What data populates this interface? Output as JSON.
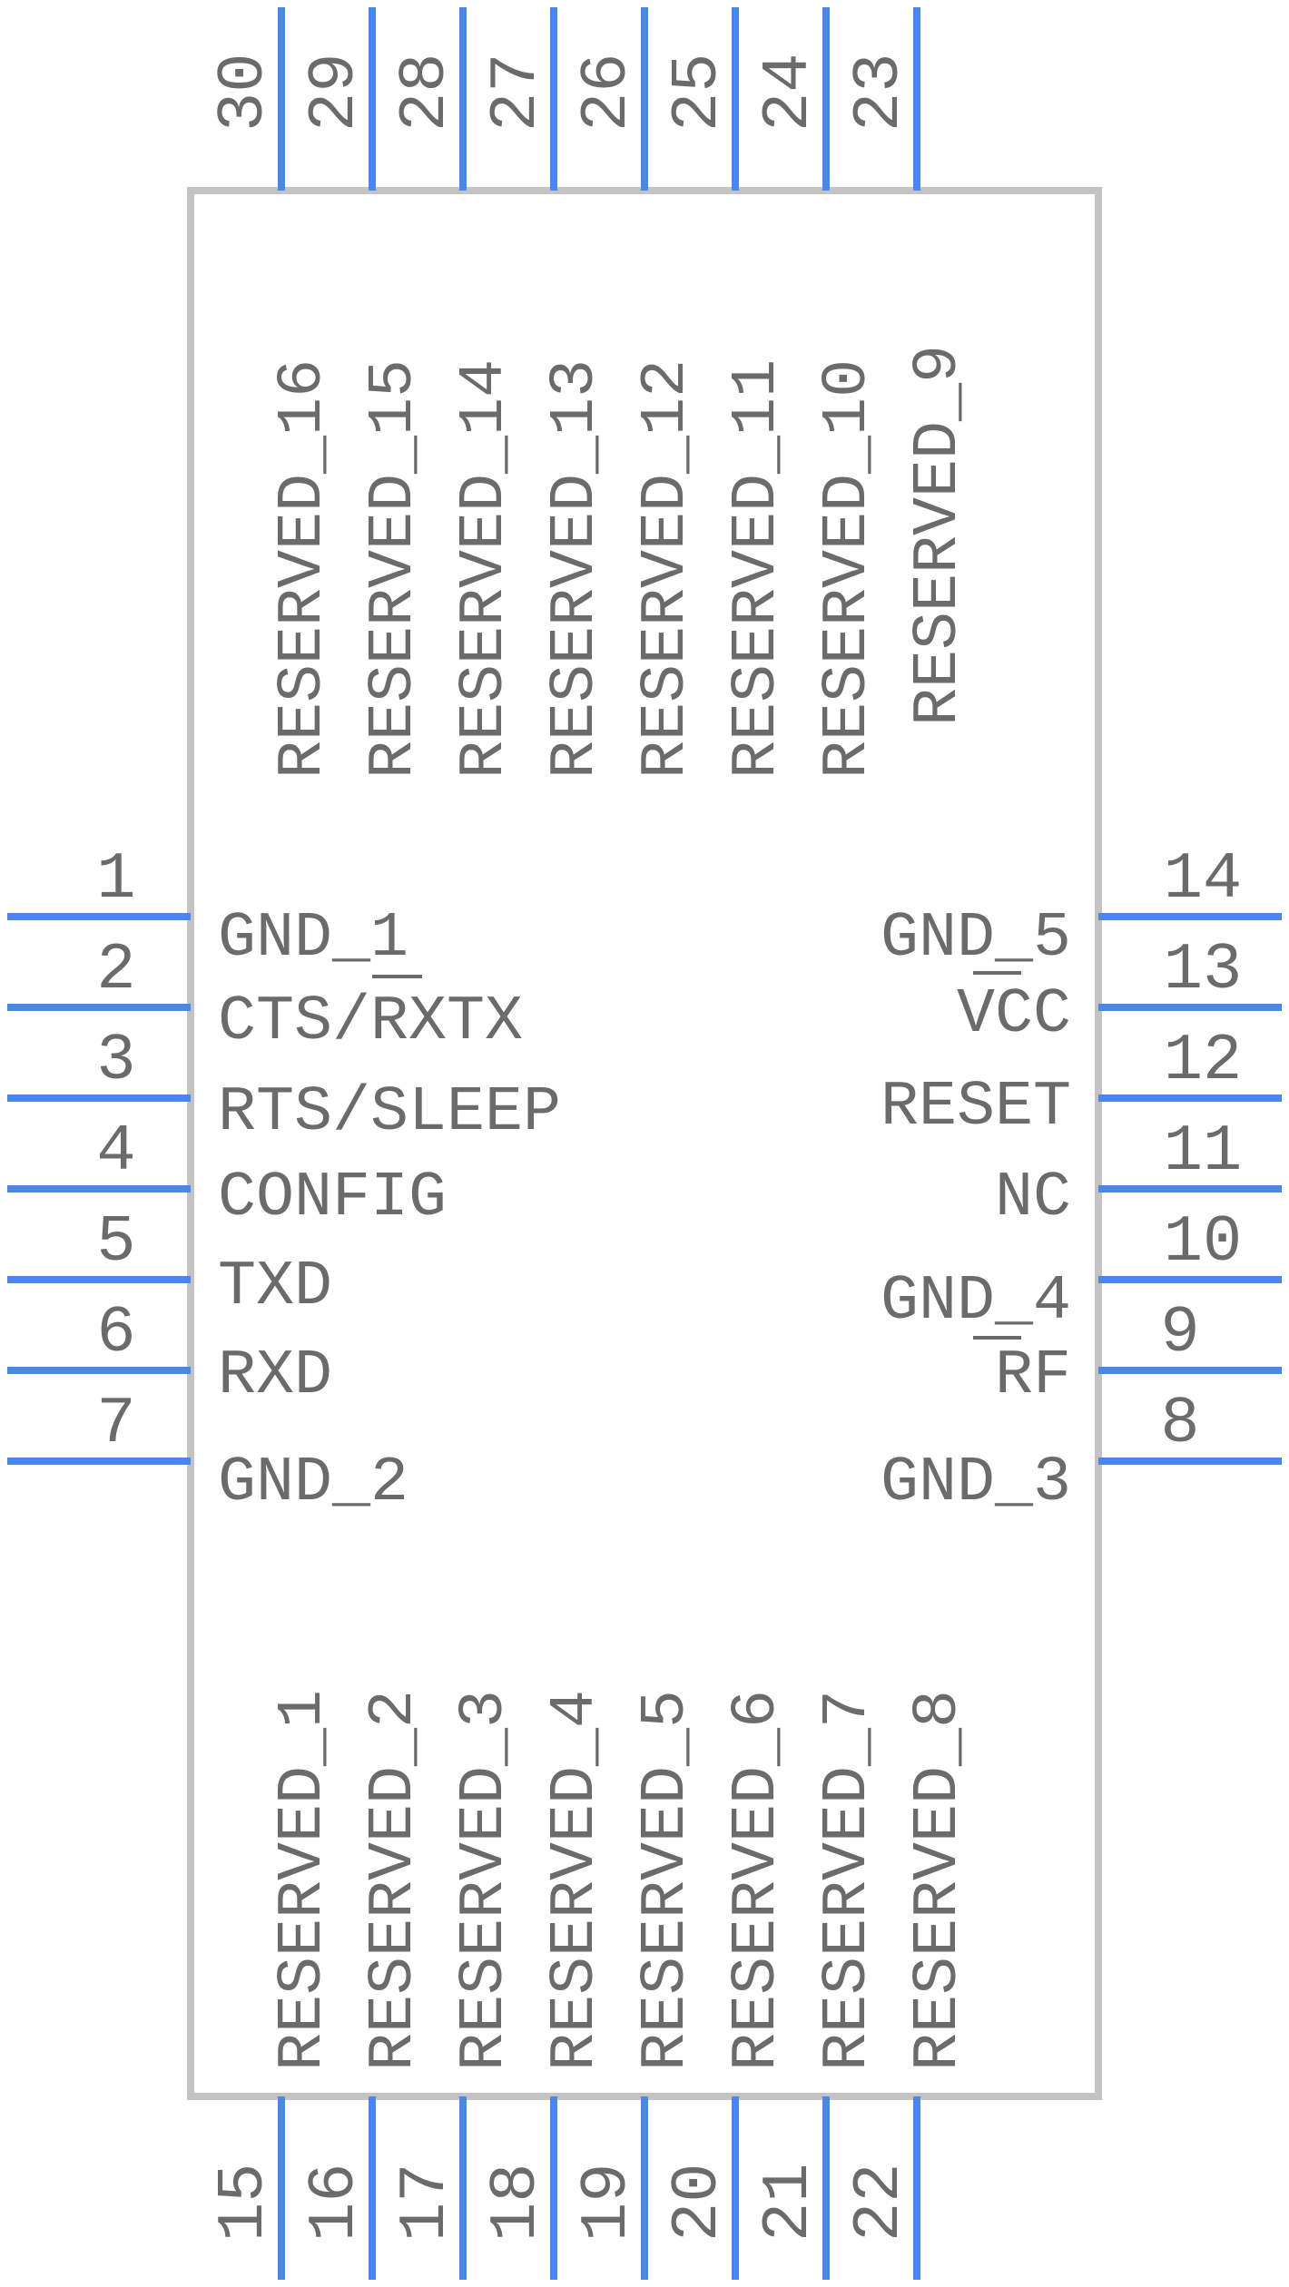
{
  "component": {
    "left_pins": [
      {
        "number": "1",
        "name": "GND_1"
      },
      {
        "number": "2",
        "name": "CTS/RXTX"
      },
      {
        "number": "3",
        "name": "RTS/SLEEP"
      },
      {
        "number": "4",
        "name": "CONFIG"
      },
      {
        "number": "5",
        "name": "TXD"
      },
      {
        "number": "6",
        "name": "RXD"
      },
      {
        "number": "7",
        "name": "GND_2"
      }
    ],
    "right_pins": [
      {
        "number": "14",
        "name": "GND_5"
      },
      {
        "number": "13",
        "name": "VCC"
      },
      {
        "number": "12",
        "name": "RESET"
      },
      {
        "number": "11",
        "name": "NC"
      },
      {
        "number": "10",
        "name": "GND_4"
      },
      {
        "number": "9",
        "name": "RF"
      },
      {
        "number": "8",
        "name": "GND_3"
      }
    ],
    "top_pins": [
      {
        "number": "30",
        "name": "RESERVED_16"
      },
      {
        "number": "29",
        "name": "RESERVED_15"
      },
      {
        "number": "28",
        "name": "RESERVED_14"
      },
      {
        "number": "27",
        "name": "RESERVED_13"
      },
      {
        "number": "26",
        "name": "RESERVED_12"
      },
      {
        "number": "25",
        "name": "RESERVED_11"
      },
      {
        "number": "24",
        "name": "RESERVED_10"
      },
      {
        "number": "23",
        "name": "RESERVED_9"
      }
    ],
    "bottom_pins": [
      {
        "number": "15",
        "name": "RESERVED_1"
      },
      {
        "number": "16",
        "name": "RESERVED_2"
      },
      {
        "number": "17",
        "name": "RESERVED_3"
      },
      {
        "number": "18",
        "name": "RESERVED_4"
      },
      {
        "number": "19",
        "name": "RESERVED_5"
      },
      {
        "number": "20",
        "name": "RESERVED_6"
      },
      {
        "number": "21",
        "name": "RESERVED_7"
      },
      {
        "number": "22",
        "name": "RESERVED_8"
      }
    ],
    "colors": {
      "pin": "#4a87e8",
      "body_outline": "#c3c3c3",
      "text": "#6b6b6b"
    }
  }
}
